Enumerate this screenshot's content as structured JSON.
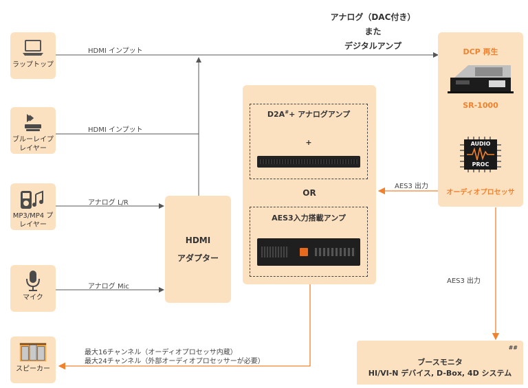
{
  "sources": [
    {
      "id": "laptop",
      "label": "ラップトップ",
      "icon": "laptop-icon"
    },
    {
      "id": "bluray",
      "label": "ブルーレイプレイヤー",
      "icon": "bluray-icon"
    },
    {
      "id": "mp3",
      "label": "MP3/MP4 プレイヤー",
      "icon": "mp3-player-icon"
    },
    {
      "id": "mic",
      "label": "マイク",
      "icon": "microphone-icon"
    },
    {
      "id": "speaker",
      "label": "スピーカー",
      "icon": "speaker-icon"
    }
  ],
  "edges": {
    "laptop_hdmi": "HDMI インプット",
    "bluray_hdmi": "HDMI インプット",
    "mp3_analog": "アナログ L/R",
    "mic_analog": "アナログ Mic",
    "speaker_line1": "最大16チャンネル（オーディオプロセッサ内蔵）",
    "speaker_line2": "最大24チャンネル（外部オーディオプロセッサーが必要）",
    "aes3_out_left": "AES3 出力",
    "aes3_out_down": "AES3 出力"
  },
  "top_label": {
    "line1": "アナログ（DAC付き）",
    "line2": "また",
    "line3": "デジタルアンプ"
  },
  "hdmi_adapter": {
    "line1": "HDMI",
    "line2": "アダプター"
  },
  "amps": {
    "opt1_title": "D2A",
    "opt1_sup": "#",
    "opt1_rest": "+ アナログアンプ",
    "plus": "+",
    "or": "OR",
    "opt2_title": "AES3入力搭載アンプ"
  },
  "dcp": {
    "title": "DCP 再生",
    "model": "SR-1000",
    "chip_line1": "AUDIO",
    "chip_line2": "PROC",
    "processor": "オーディオプロセッサ"
  },
  "booth": {
    "mark": "##",
    "line1": "ブースモニタ",
    "line2": "HI/VI-N デバイス, D-Box, 4D システム"
  },
  "colors": {
    "box_fill": "#fce1c1",
    "accent": "#f0822d",
    "wire": "#555555"
  }
}
